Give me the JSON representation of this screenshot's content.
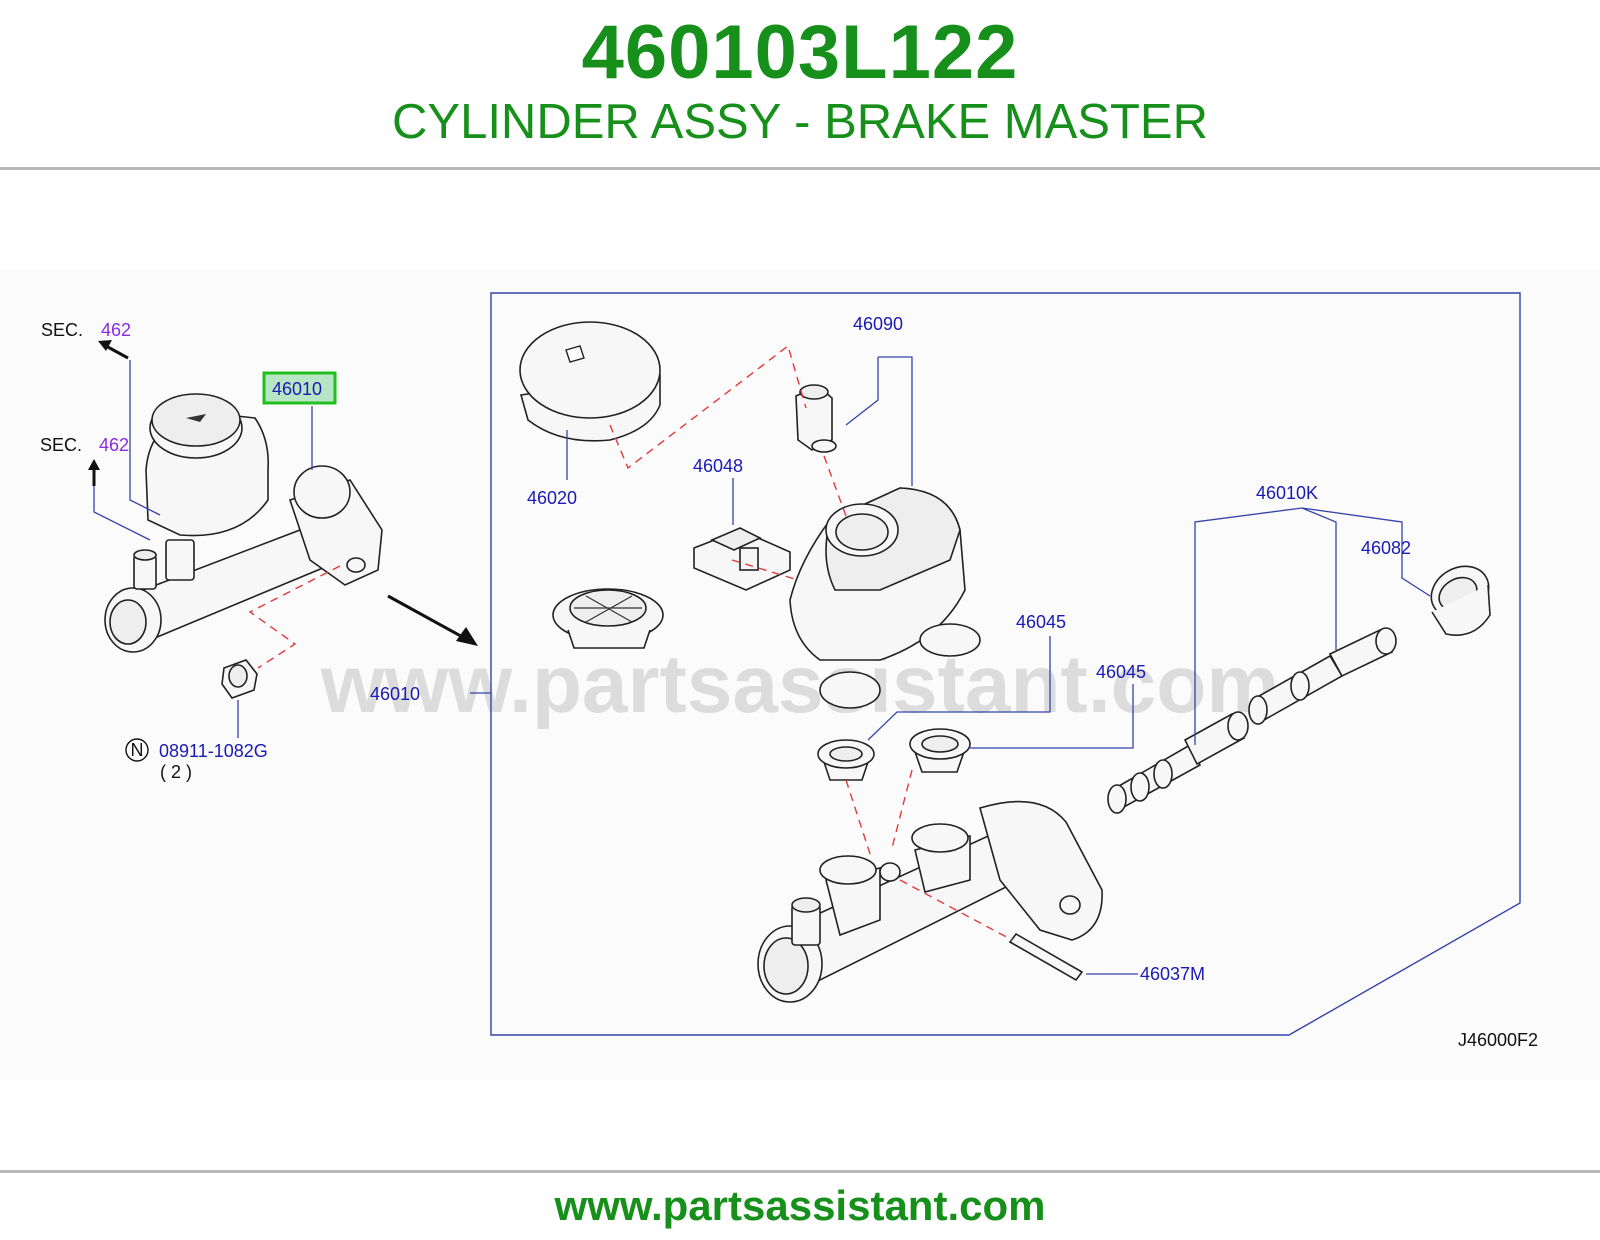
{
  "header": {
    "part_number": "460103L122",
    "part_name": "CYLINDER ASSY - BRAKE MASTER"
  },
  "diagram": {
    "watermark": "www.partsassistant.com",
    "figure_code": "J46000F2",
    "sec_prefix": "SEC.",
    "sec_ref_top": "462",
    "sec_ref_bottom": "462",
    "highlighted_label": "46010",
    "labels": {
      "l46010_exploded": "46010",
      "l46020": "46020",
      "l46090": "46090",
      "l46048": "46048",
      "l46010K": "46010K",
      "l46082": "46082",
      "l46045_a": "46045",
      "l46045_b": "46045",
      "l46037M": "46037M",
      "bolt_part": "08911-1082G",
      "bolt_prefix": "N",
      "bolt_qty": "( 2 )"
    },
    "colors": {
      "title": "#16901a",
      "label": "#1a1ab4",
      "sec_ref": "#8a2be2",
      "highlight_border": "#1fbf1f",
      "dashed_guide": "#e23a3a"
    }
  },
  "footer": {
    "url": "www.partsassistant.com"
  }
}
